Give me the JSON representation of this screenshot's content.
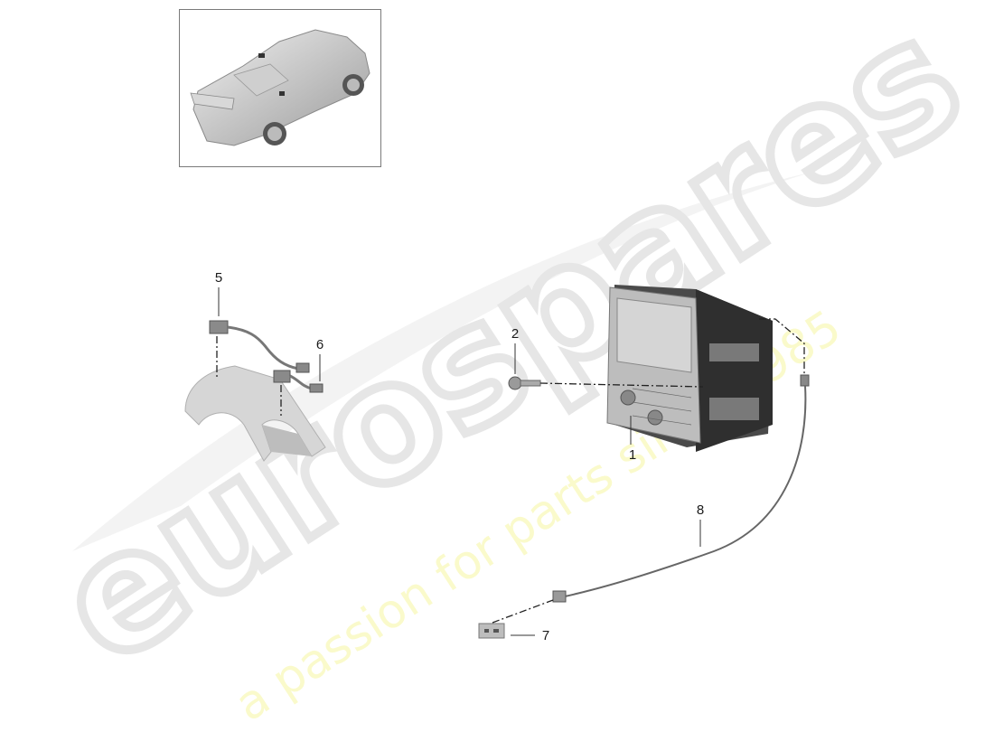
{
  "diagram": {
    "type": "exploded parts diagram",
    "subject": "Infotainment / radio unit with cables and steering column trim",
    "thumbnail": {
      "description": "Rear three-quarter view of sports coupe with fixed rear wing"
    }
  },
  "callouts": [
    {
      "id": "1",
      "label": "1",
      "part": "radio/navigation head unit"
    },
    {
      "id": "2",
      "label": "2",
      "part": "screw"
    },
    {
      "id": "5",
      "label": "5",
      "part": "wiring harness connector"
    },
    {
      "id": "6",
      "label": "6",
      "part": "wiring harness connector"
    },
    {
      "id": "7",
      "label": "7",
      "part": "USB / socket module"
    },
    {
      "id": "8",
      "label": "8",
      "part": "cable"
    }
  ],
  "watermark": {
    "brand": "eurospares",
    "tagline": "a passion for parts since 1985",
    "brand_color": "#e8e8e8",
    "tagline_color": "#f5f5a0"
  },
  "colors": {
    "background": "#ffffff",
    "callout_text": "#1a1a1a",
    "leader_line": "#333333",
    "part_light": "#d4d4d4",
    "part_dark": "#3a3a3a",
    "thumbnail_border": "#7a7a7a"
  }
}
